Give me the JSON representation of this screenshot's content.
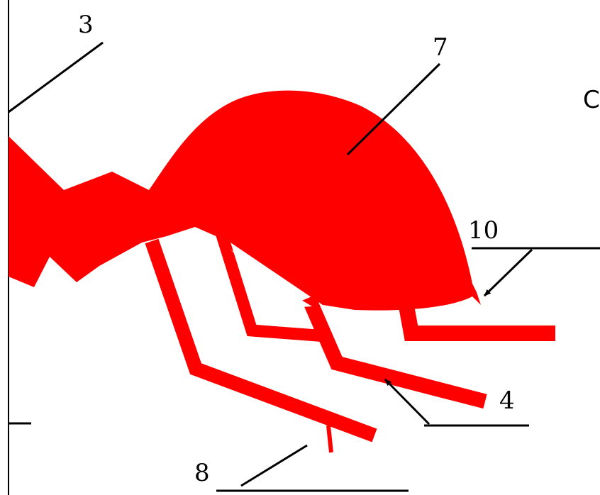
{
  "colors": {
    "body": "#ff0000",
    "line": "#000000",
    "background": "#ffffff"
  },
  "labels": {
    "l3": "3",
    "l7": "7",
    "l10": "10",
    "l4": "4",
    "l8": "8",
    "edge_glyph": "С"
  }
}
